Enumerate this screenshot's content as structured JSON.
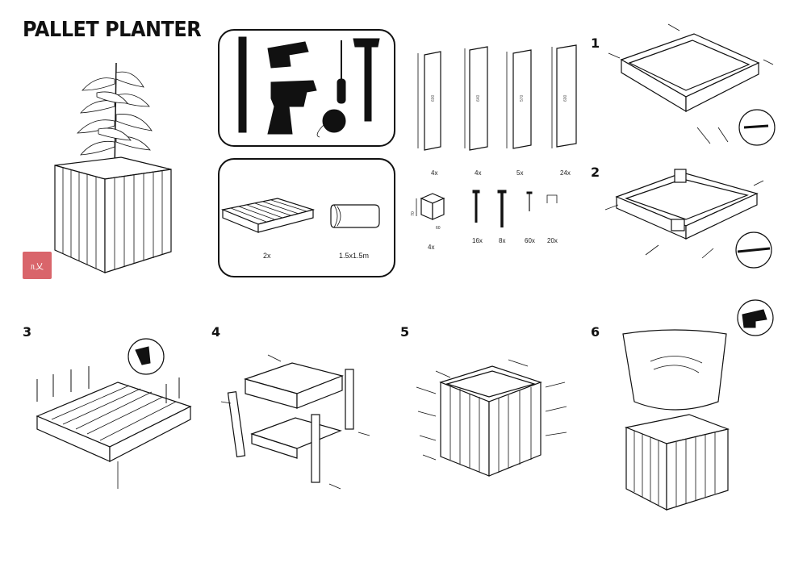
{
  "title": "PALLET PLANTER",
  "logo_text": "ᥰ乂",
  "tools": [
    "spirit-level",
    "staple-gun",
    "screwdriver",
    "hammer",
    "power-drill",
    "tape-measure"
  ],
  "materials": [
    {
      "name": "pallet",
      "qty": "2x"
    },
    {
      "name": "fabric-roll",
      "qty": "1.5x1.5m"
    }
  ],
  "planks": [
    {
      "length": "600",
      "qty": "4x"
    },
    {
      "length": "640",
      "qty": "4x"
    },
    {
      "length": "570",
      "qty": "5x"
    },
    {
      "length": "600",
      "qty": "24x"
    }
  ],
  "hardware": [
    {
      "name": "block",
      "qty": "4x"
    },
    {
      "name": "long-screw",
      "qty": "16x"
    },
    {
      "name": "screw",
      "qty": "8x"
    },
    {
      "name": "nail",
      "qty": "60x"
    },
    {
      "name": "staple",
      "qty": "20x"
    }
  ],
  "block_dims": {
    "h": "70",
    "w": "60"
  },
  "steps": [
    "1",
    "2",
    "3",
    "4",
    "5",
    "6"
  ]
}
